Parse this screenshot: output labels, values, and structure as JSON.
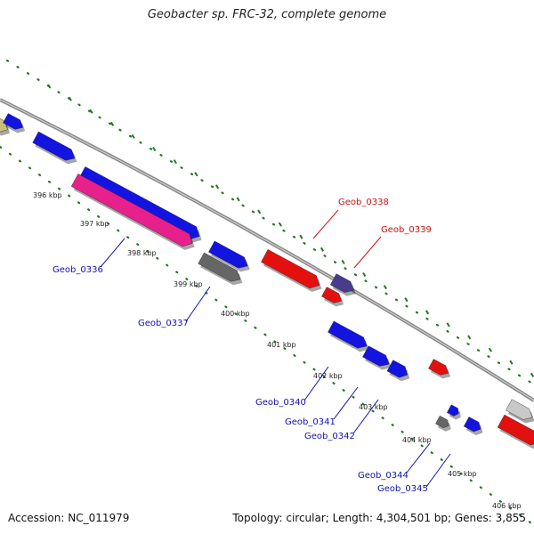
{
  "title": "Geobacter sp. FRC-32, complete genome",
  "footer": {
    "accession": "Accession: NC_011979",
    "topology": "Topology: circular; Length: 4,304,501 bp; Genes: 3,855"
  },
  "colors": {
    "backbone": "#8a8a8a",
    "tick_dots": "#1f7a1f",
    "gene_blue": "#1414e0",
    "gene_magenta": "#e8208c",
    "gene_gray": "#666666",
    "gene_red": "#e41010",
    "gene_purple": "#4a3c8c",
    "gene_olive": "#c8c07a",
    "gene_lightgray": "#c8c8c8",
    "label_blue": "#1010b0",
    "label_red": "#d01010"
  },
  "tick_labels": [
    "396 kbp",
    "397 kbp",
    "398 kbp",
    "399 kbp",
    "400 kbp",
    "401 kbp",
    "402 kbp",
    "403 kbp",
    "404 kbp",
    "405 kbp",
    "406 kbp"
  ],
  "gene_labels": [
    {
      "id": "Geob_0336",
      "color": "blue"
    },
    {
      "id": "Geob_0337",
      "color": "blue"
    },
    {
      "id": "Geob_0338",
      "color": "red"
    },
    {
      "id": "Geob_0339",
      "color": "red"
    },
    {
      "id": "Geob_0340",
      "color": "blue"
    },
    {
      "id": "Geob_0341",
      "color": "blue"
    },
    {
      "id": "Geob_0342",
      "color": "blue"
    },
    {
      "id": "Geob_0344",
      "color": "blue"
    },
    {
      "id": "Geob_0345",
      "color": "blue"
    }
  ]
}
